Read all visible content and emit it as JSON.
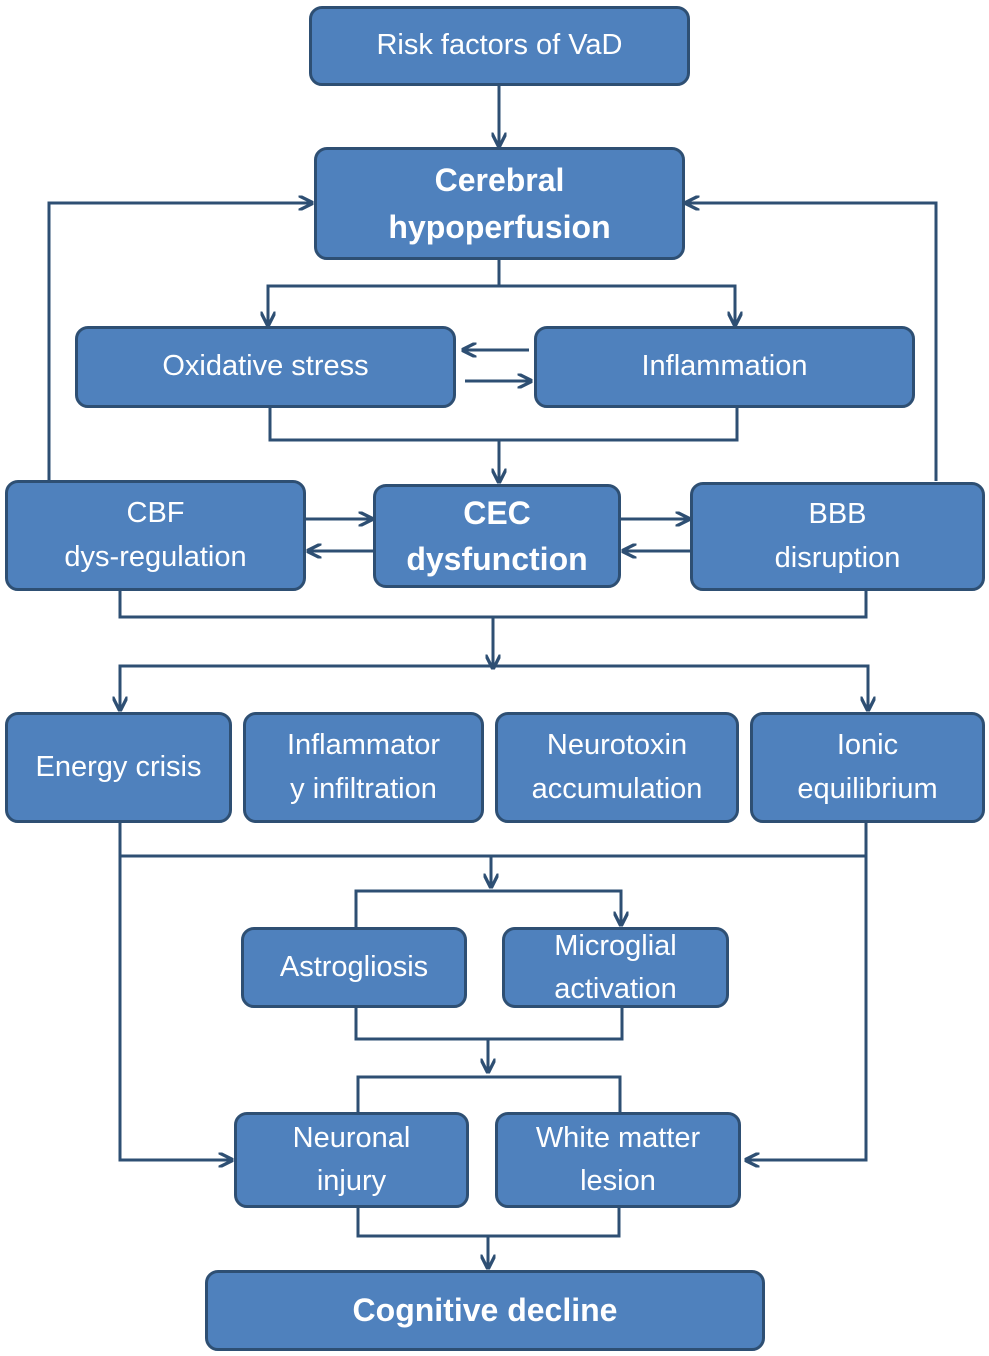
{
  "colors": {
    "box_fill": "#4f81bd",
    "box_border": "#2e4f73",
    "connector": "#2e4f73",
    "text": "#ffffff"
  },
  "nodes": {
    "risk_factors": [
      "Risk factors of VaD"
    ],
    "cerebral_hypoperfusion": [
      "Cerebral",
      "hypoperfusion"
    ],
    "oxidative_stress": [
      "Oxidative stress"
    ],
    "inflammation": [
      "Inflammation"
    ],
    "cbf_dysregulation": [
      "CBF",
      "dys-regulation"
    ],
    "cec_dysfunction": [
      "CEC",
      "dysfunction"
    ],
    "bbb_disruption": [
      "BBB",
      "disruption"
    ],
    "energy_crisis": [
      "Energy crisis"
    ],
    "inflammatory_infiltration": [
      "Inflammator",
      "y infiltration"
    ],
    "neurotoxin_accumulation": [
      "Neurotoxin",
      "accumulation"
    ],
    "ionic_equilibrium": [
      "Ionic",
      "equilibrium"
    ],
    "astrogliosis": [
      "Astrogliosis"
    ],
    "microglial_activation": [
      "Microglial",
      "activation"
    ],
    "neuronal_injury": [
      "Neuronal",
      "injury"
    ],
    "white_matter_lesion": [
      "White matter",
      "lesion"
    ],
    "cognitive_decline": [
      "Cognitive decline"
    ]
  }
}
